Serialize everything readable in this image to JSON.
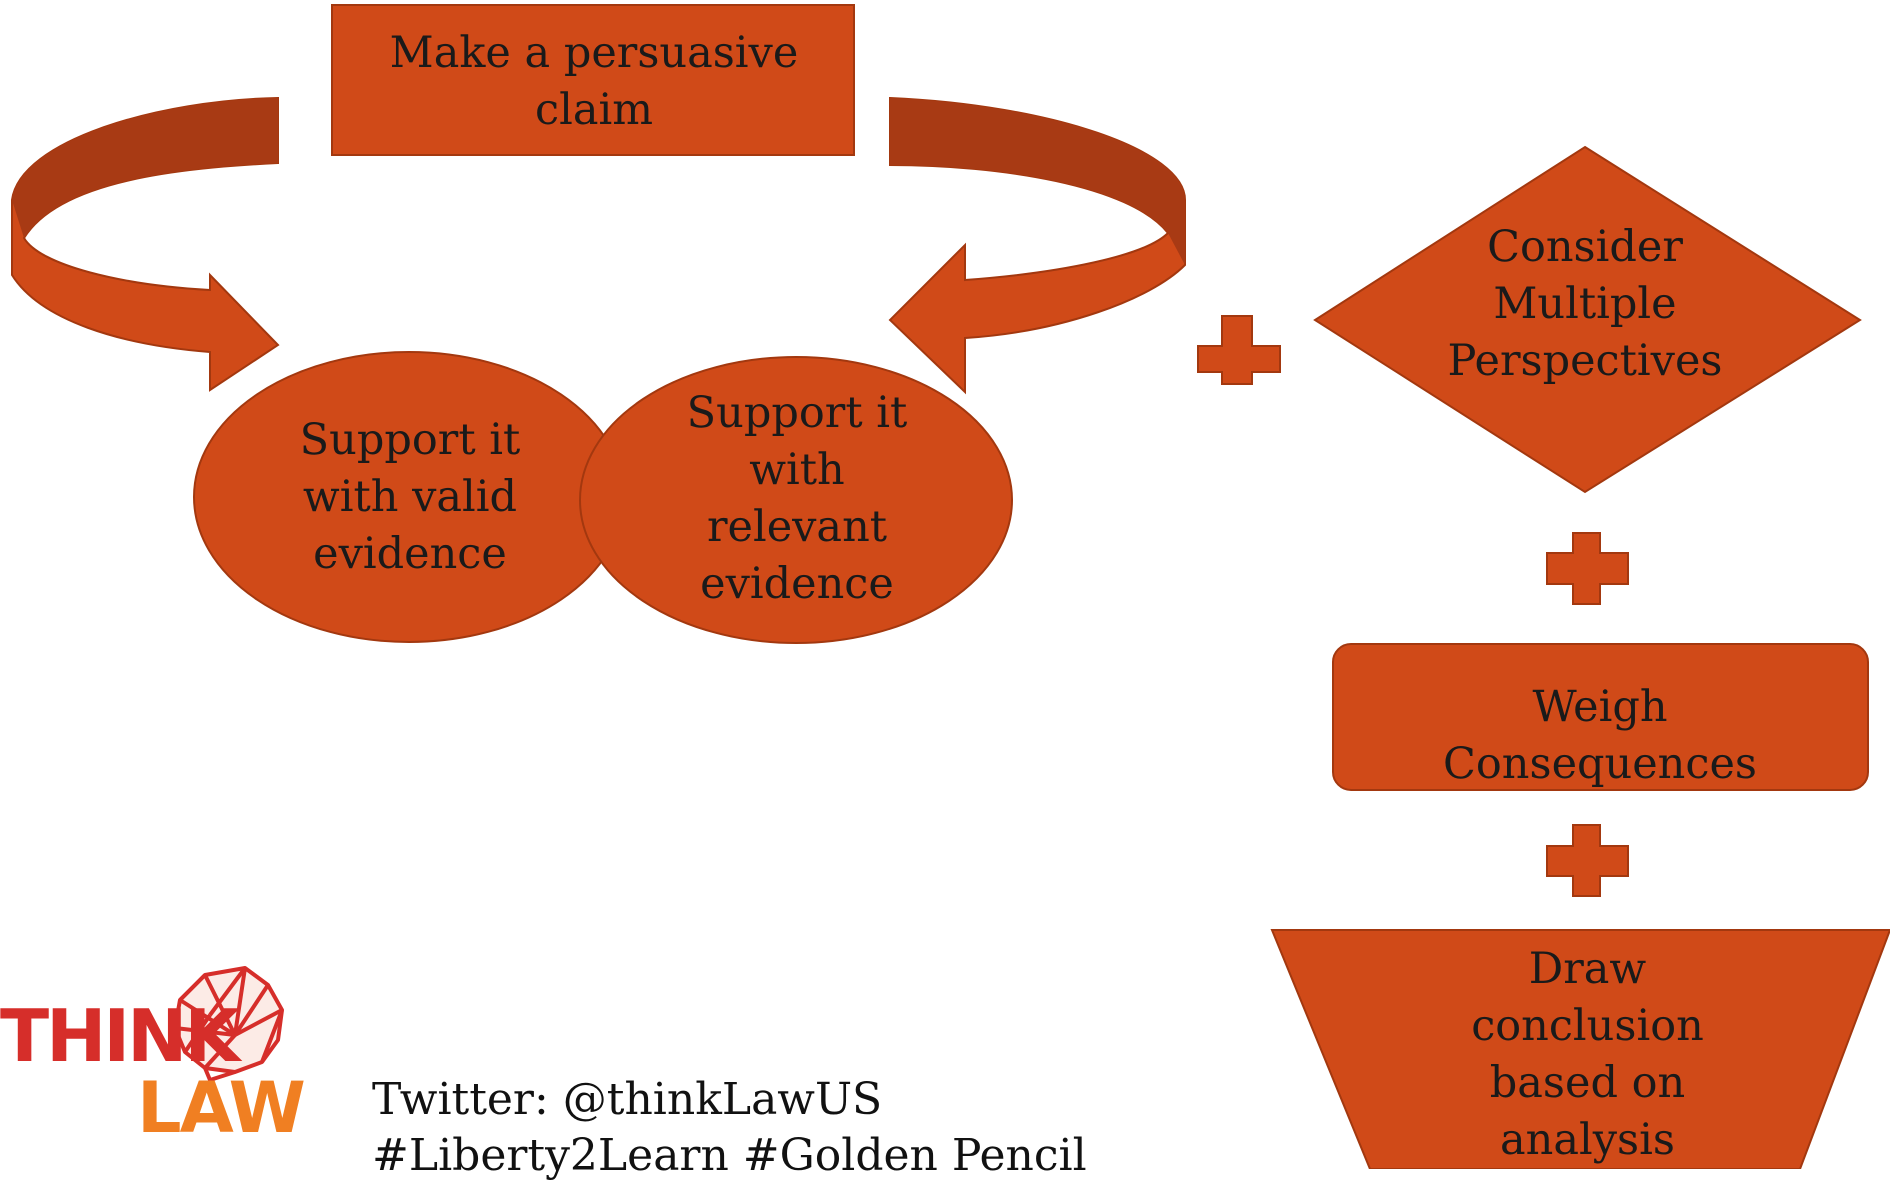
{
  "colors": {
    "fill": "#D04A18",
    "stroke": "#A3380F",
    "arrow_dark": "#A83A14",
    "logo_red": "#D62E2A",
    "logo_orange": "#F07F22",
    "text": "#1a1a1a"
  },
  "nodes": {
    "claim": "Make a persuasive claim",
    "valid_evidence": "Support it with valid evidence",
    "relevant_evidence": "Support it with relevant evidence",
    "perspectives": "Consider Multiple Perspectives",
    "consequences": "Weigh Consequences",
    "conclusion": "Draw conclusion based on analysis"
  },
  "footer": {
    "twitter": "Twitter: @thinkLawUS",
    "hashtags": "#Liberty2Learn  #Golden Pencil"
  },
  "logo": {
    "top": "THINK",
    "bottom": "LAW",
    "icon": "brain-network-icon"
  }
}
